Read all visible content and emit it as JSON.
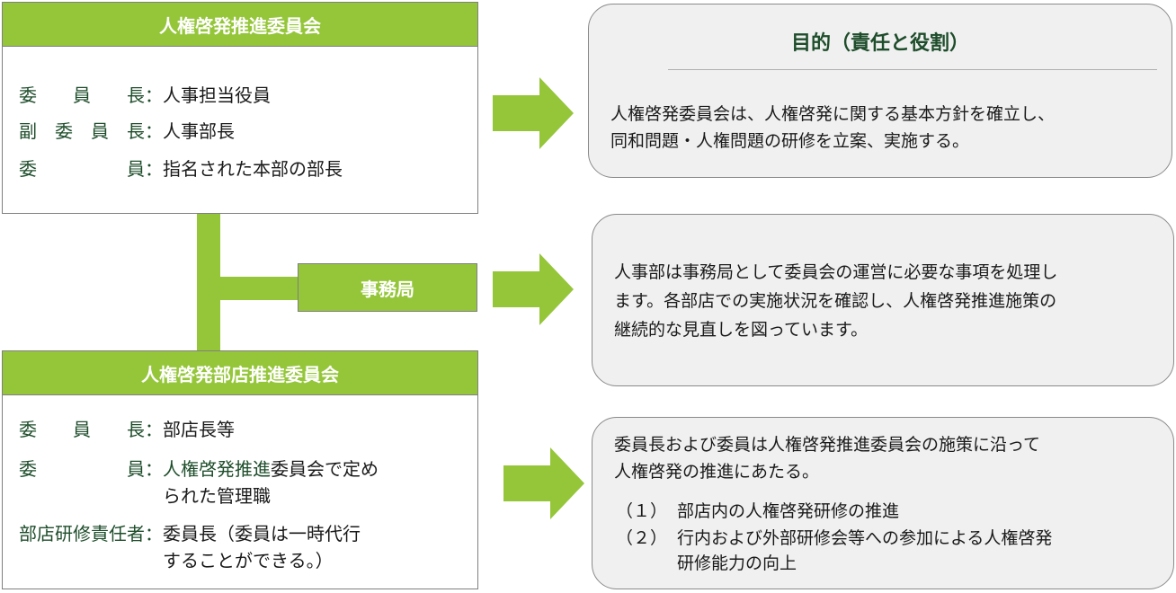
{
  "top_committee": {
    "title": "人権啓発推進委員会",
    "rows": [
      {
        "role": "委　　員　　長：",
        "value": "人事担当役員"
      },
      {
        "role": "副　委　員　長：",
        "value": "人事部長"
      },
      {
        "role": "委　　　　　員：",
        "value": "指名された本部の部長"
      }
    ]
  },
  "secretariat": {
    "label": "事務局"
  },
  "bottom_committee": {
    "title": "人権啓発部店推進委員会",
    "row1": {
      "role": "委　　員　　長：",
      "value": "部店長等"
    },
    "row2": {
      "role": "委　　　　　員：",
      "value_hl": "人権啓発推進",
      "value_rest": "委員会で定め",
      "value_line2": "られた管理職"
    },
    "row3": {
      "role": "部店研修責任者：",
      "value": "委員長（委員は一時代行",
      "value_line2": "することができる。）"
    }
  },
  "purpose": {
    "title": "目的（責任と役割）",
    "lines": [
      "人権啓発委員会は、人権啓発に関する基本方針を確立し、",
      "同和問題・人権問題の研修を立案、実施する。"
    ]
  },
  "secretariat_desc": {
    "lines": [
      "人事部は事務局として委員会の運営に必要な事項を処理し",
      "ます。各部店での実施状況を確認し、人権啓発推進施策の",
      "継続的な見直しを図っています。"
    ]
  },
  "branch_desc": {
    "lines": [
      "委員長および委員は人権啓発推進委員会の施策に沿って",
      "人権啓発の推進にあたる。"
    ],
    "items": [
      {
        "num": "（１）",
        "text": "部店内の人権啓発研修の推進"
      },
      {
        "num": "（２）",
        "text": "行内および外部研修会等への参加による人権啓発",
        "text2": "研修能力の向上"
      }
    ]
  },
  "colors": {
    "accent": "#95c63a",
    "heading_text": "#1e4d2b",
    "panel_bg": "#f0f0f0"
  }
}
